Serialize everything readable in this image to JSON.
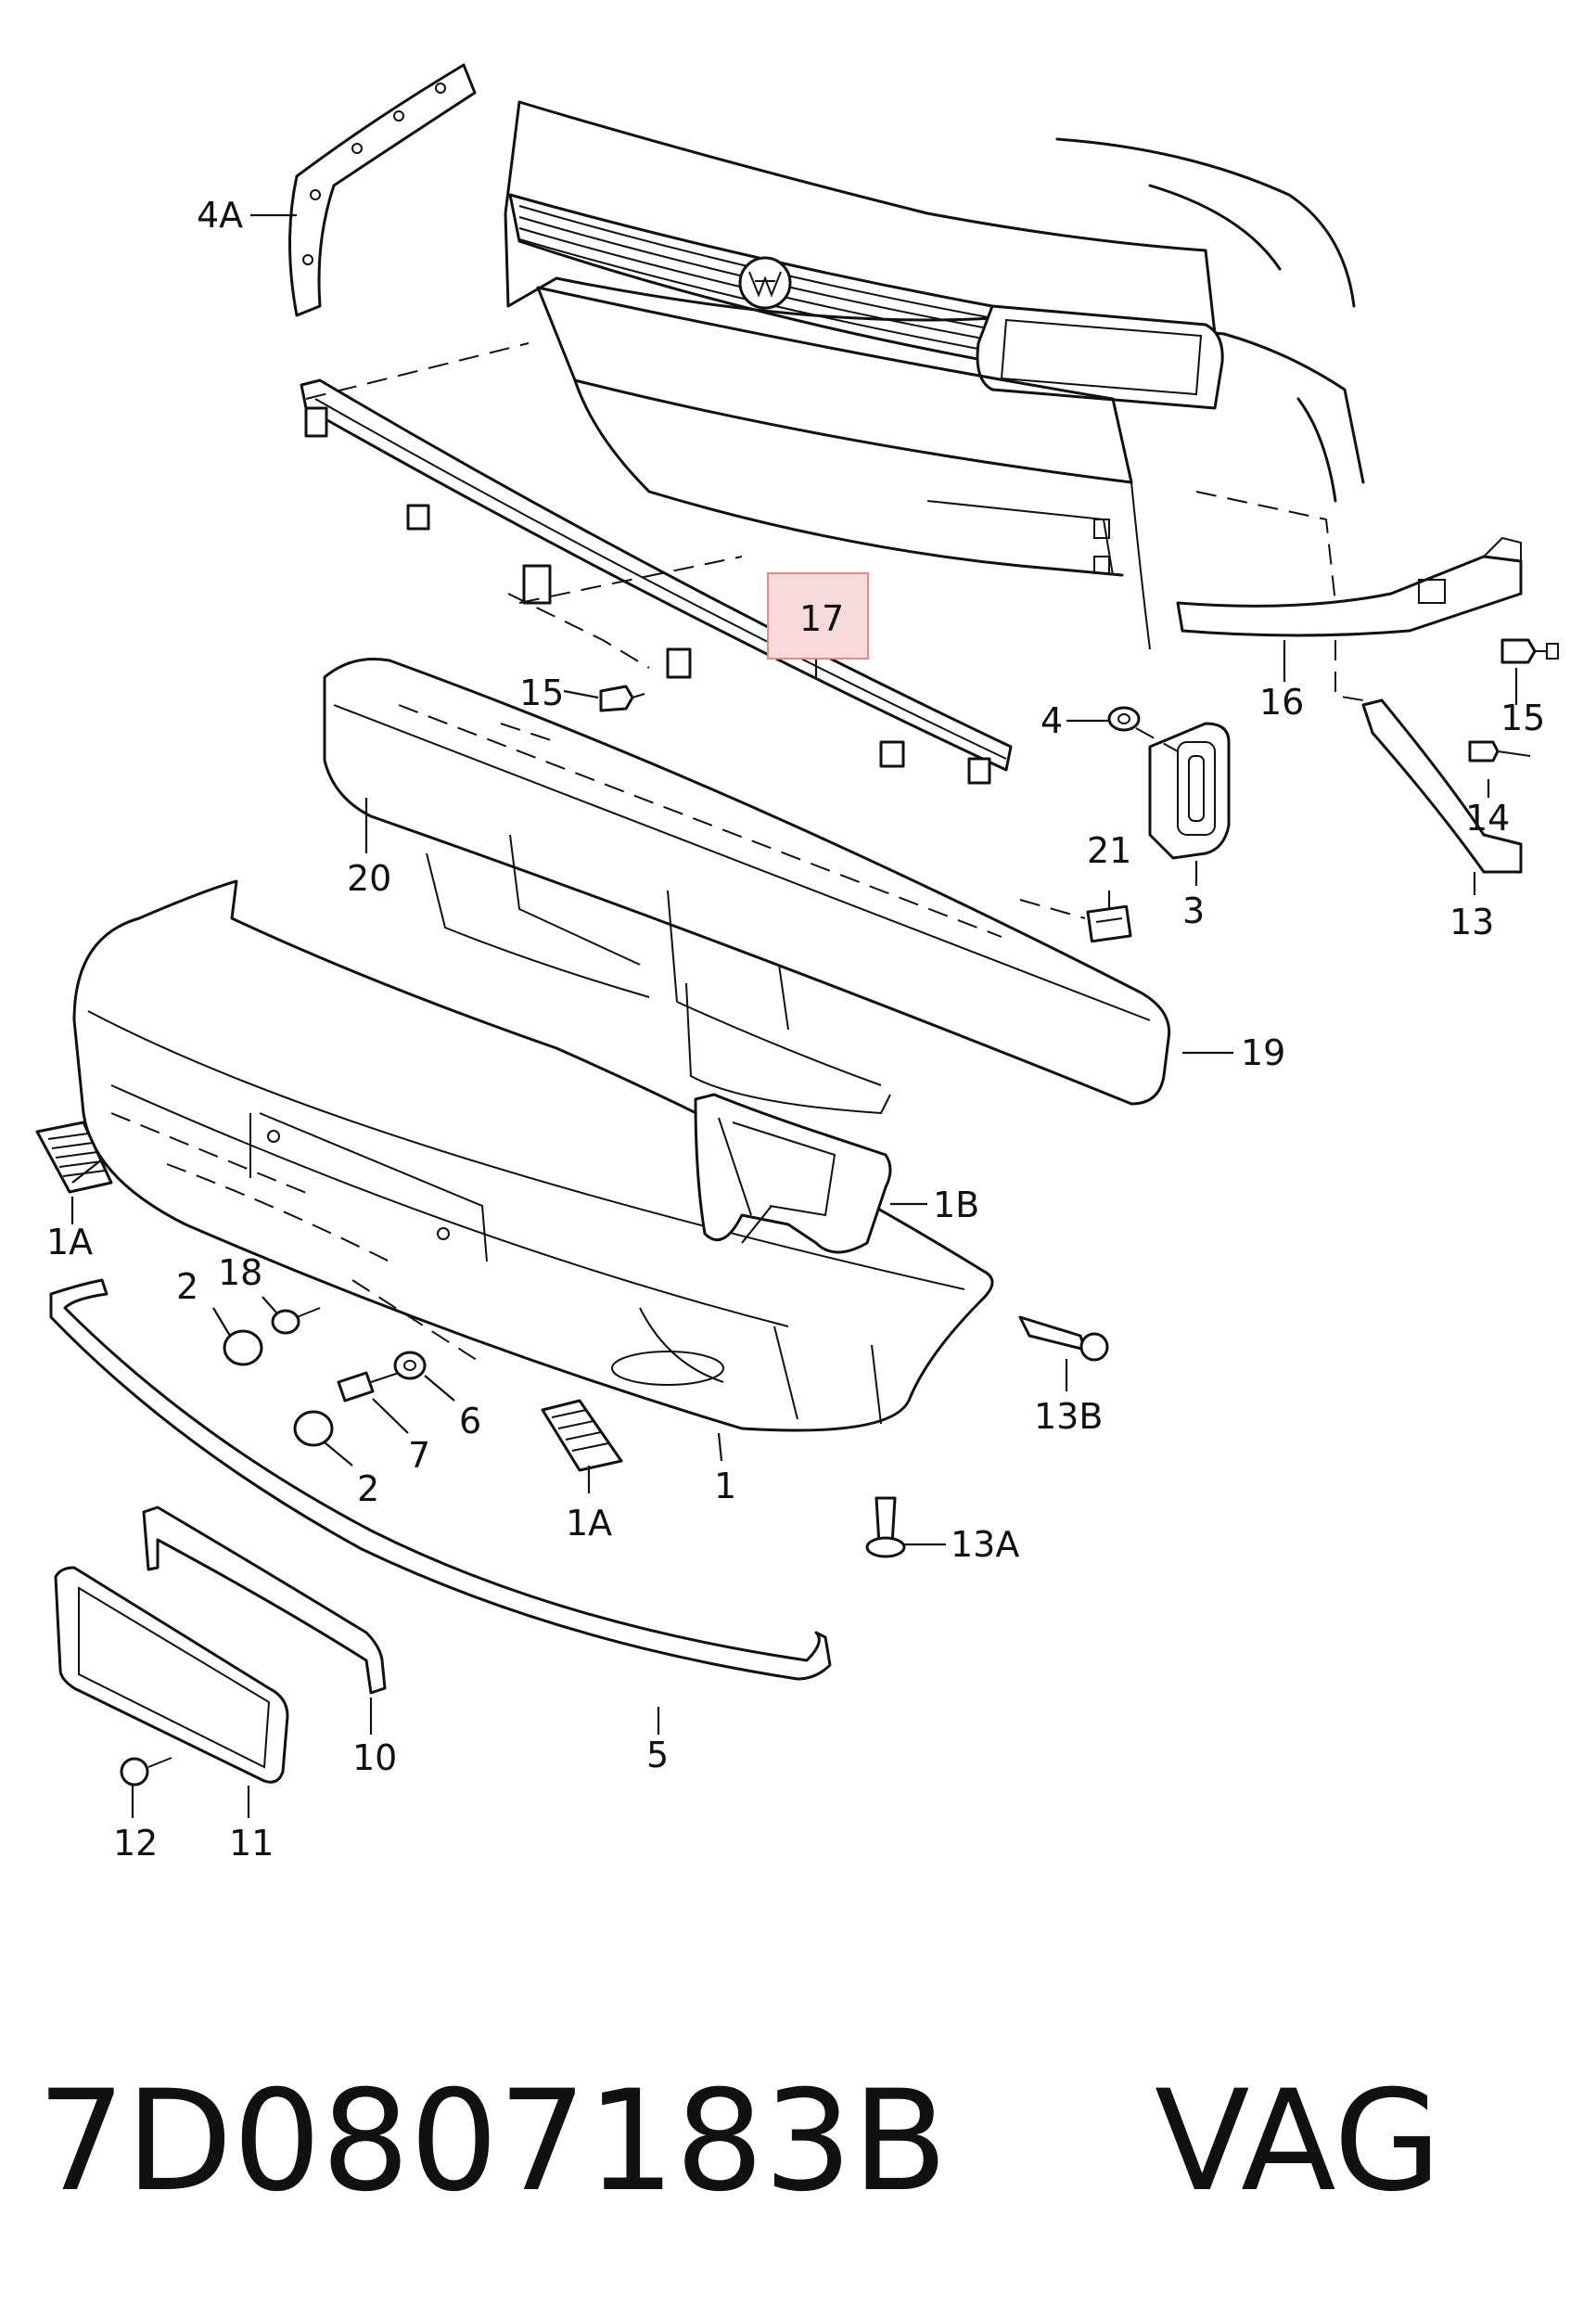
{
  "callouts": {
    "c4a": "4A",
    "c17": "17",
    "c15_left": "15",
    "c15_right": "15",
    "c4": "4",
    "c16": "16",
    "c14": "14",
    "c13": "13",
    "c3": "3",
    "c21": "21",
    "c20": "20",
    "c19": "19",
    "c1b": "1B",
    "c1a_left": "1A",
    "c18": "18",
    "c2_upper": "2",
    "c6": "6",
    "c7": "7",
    "c2_lower": "2",
    "c1a_center": "1A",
    "c1": "1",
    "c13b": "13B",
    "c13a": "13A",
    "c10": "10",
    "c5": "5",
    "c12": "12",
    "c11": "11"
  },
  "highlight": {
    "part": "17",
    "color": "#f7dada",
    "border": "#e08a8a"
  },
  "footer": {
    "part_number": "7D0807183B",
    "brand": "VAG"
  }
}
